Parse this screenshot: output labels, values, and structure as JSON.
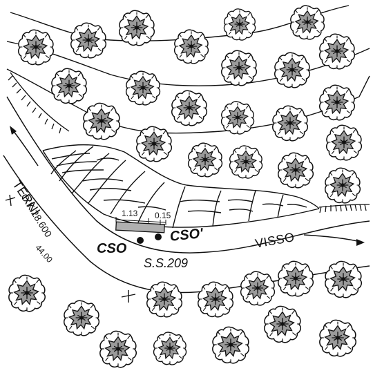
{
  "labels": {
    "terni": "TERNI",
    "km": "O K.28.600",
    "width": "44.00",
    "visso": "VISSO",
    "road": "S.S.209",
    "cso": "CSO",
    "cso_prime": "CSO'",
    "dim_left": "1.13",
    "dim_right": "0.15"
  },
  "icons": {
    "tree": "tree-icon",
    "arrow_left": "arrow-left-icon",
    "arrow_right": "arrow-right-icon",
    "point": "survey-point-icon"
  }
}
